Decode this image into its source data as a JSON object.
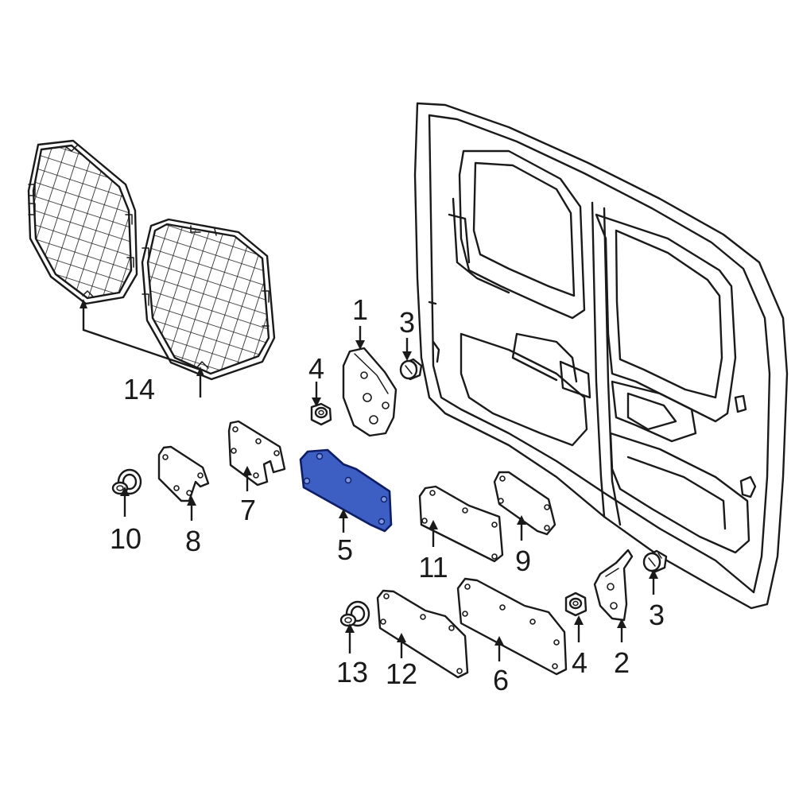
{
  "colors": {
    "highlight": "#3d5fc4",
    "highlight_stroke": "#0d1d66",
    "line": "#1a1a1a",
    "background": "#ffffff"
  },
  "callouts": {
    "part_1": "1",
    "part_2": "2",
    "part_3_top": "3",
    "part_3_right": "3",
    "part_4_top": "4",
    "part_4_bottom": "4",
    "part_5": "5",
    "part_6": "6",
    "part_7": "7",
    "part_8": "8",
    "part_9": "9",
    "part_10": "10",
    "part_11": "11",
    "part_12": "12",
    "part_13": "13",
    "part_14": "14"
  }
}
